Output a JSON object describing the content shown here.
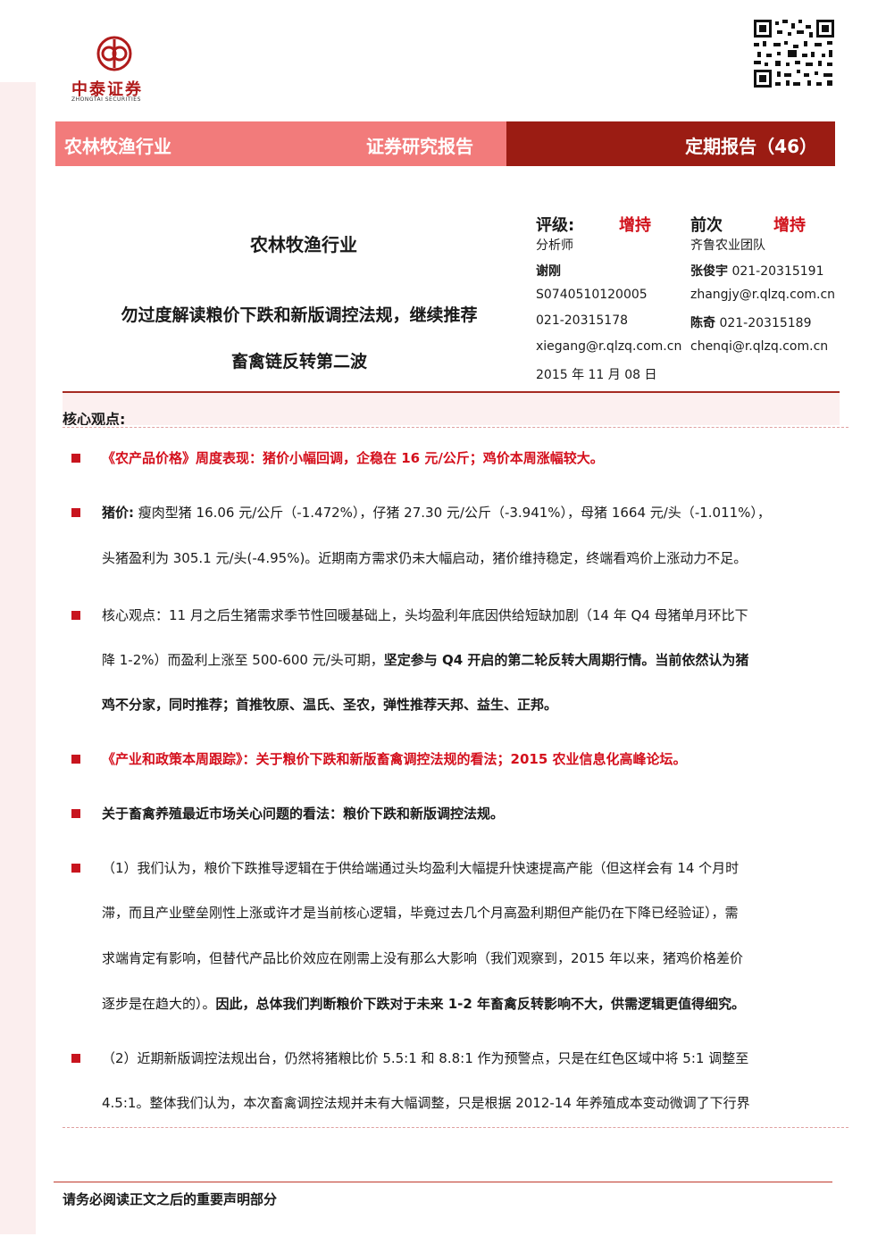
{
  "logo": {
    "brand": "中泰证券",
    "brand_en": "ZHONGTAI SECURITIES"
  },
  "banner": {
    "industry": "农林牧渔行业",
    "report_type": "证券研究报告",
    "series": "定期报告（46）"
  },
  "colors": {
    "band_light": "#f27b7b",
    "band_dark": "#9b1c13",
    "accent_red": "#d40f1c"
  },
  "header": {
    "industry": "农林牧渔行业",
    "title_line1": "勿过度解读粮价下跌和新版调控法规，继续推荐",
    "title_line2": "畜禽链反转第二波"
  },
  "rating": {
    "label": "评级:",
    "value": "增持",
    "prev_label": "前次",
    "prev_value": "增持"
  },
  "analysts": {
    "left": [
      "分析师",
      "谢刚",
      "S0740510120005",
      "021-20315178",
      "xiegang@r.qlzq.com.cn",
      "2015 年 11 月 08 日"
    ],
    "team": "齐鲁农业团队",
    "right_name1": "张俊宇",
    "right_phone1": "021-20315191",
    "right_email1": "zhangjy@r.qlzq.com.cn",
    "right_name2": "陈奇",
    "right_phone2": "021-20315189",
    "right_email2": "chenqi@r.qlzq.com.cn"
  },
  "section_title": "核心观点:",
  "content": {
    "p1": "《农产品价格》周度表现：猪价小幅回调，企稳在 16 元/公斤；鸡价本周涨幅较大。",
    "p2_lead": "猪价:",
    "p2_a": " 瘦肉型猪 16.06 元/公斤（-1.472%），仔猪 27.30 元/公斤（-3.941%），母猪 1664 元/头（-1.011%），",
    "p2_b": "头猪盈利为 305.1 元/头(-4.95%)。近期南方需求仍未大幅启动，猪价维持稳定，终端看鸡价上涨动力不足。",
    "p3_a": "核心观点：11 月之后生猪需求季节性回暖基础上，头均盈利年底因供给短缺加剧（14 年 Q4 母猪单月环比下",
    "p3_b1": "降 1-2%）而盈利上涨至 500-600 元/头可期，",
    "p3_b2": "坚定参与 Q4 开启的第二轮反转大周期行情。当前依然认为猪",
    "p3_c": "鸡不分家，同时推荐；首推牧原、温氏、圣农，弹性推荐天邦、益生、正邦。",
    "p4": "《产业和政策本周跟踪》：关于粮价下跌和新版畜禽调控法规的看法；2015 农业信息化高峰论坛。",
    "p5": "关于畜禽养殖最近市场关心问题的看法：粮价下跌和新版调控法规。",
    "p6_a": "（1）我们认为，粮价下跌推导逻辑在于供给端通过头均盈利大幅提升快速提高产能（但这样会有 14 个月时",
    "p6_b": "滞，而且产业壁垒刚性上涨或许才是当前核心逻辑，毕竟过去几个月高盈利期但产能仍在下降已经验证），需",
    "p6_c": "求端肯定有影响，但替代产品比价效应在刚需上没有那么大影响（我们观察到，2015 年以来，猪鸡价格差价",
    "p6_d1": "逐步是在趋大的）。",
    "p6_d2": "因此，总体我们判断粮价下跌对于未来 1-2 年畜禽反转影响不大，供需逻辑更值得细究。",
    "p7_a": "（2）近期新版调控法规出台，仍然将猪粮比价 5.5:1 和 8.8:1 作为预警点，只是在红色区域中将 5:1 调整至",
    "p7_b": "4.5:1。整体我们认为，本次畜禽调控法规并未有大幅调整，只是根据 2012-14 年养殖成本变动微调了下行界"
  },
  "footer": {
    "notice": "请务必阅读正文之后的重要声明部分"
  }
}
